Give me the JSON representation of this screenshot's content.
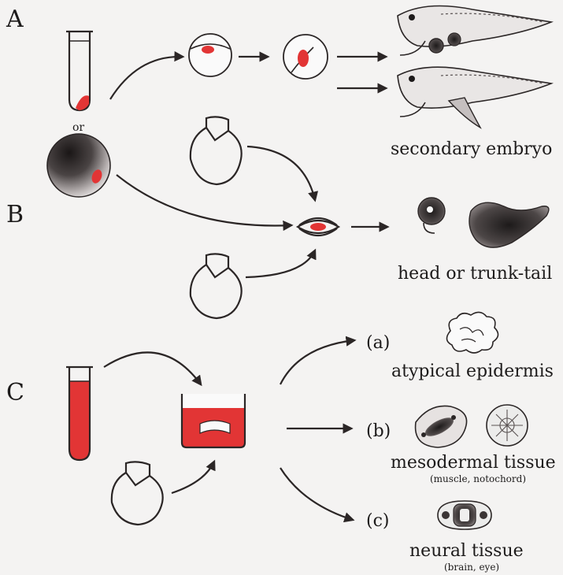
{
  "panels": {
    "a": "A",
    "b": "B",
    "c": "C"
  },
  "labels": {
    "or": "or",
    "secondary_embryo": "secondary embryo",
    "head_or_trunk_tail": "head or trunk-tail",
    "option_a": "(a)",
    "option_b": "(b)",
    "option_c": "(c)",
    "atypical_epidermis": "atypical epidermis",
    "mesodermal_tissue": "mesodermal tissue",
    "mesodermal_sub": "(muscle, notochord)",
    "neural_tissue": "neural tissue",
    "neural_sub": "(brain, eye)"
  },
  "colors": {
    "accent": "#e23535",
    "ink": "#2b2626",
    "background": "#f4f3f2"
  }
}
